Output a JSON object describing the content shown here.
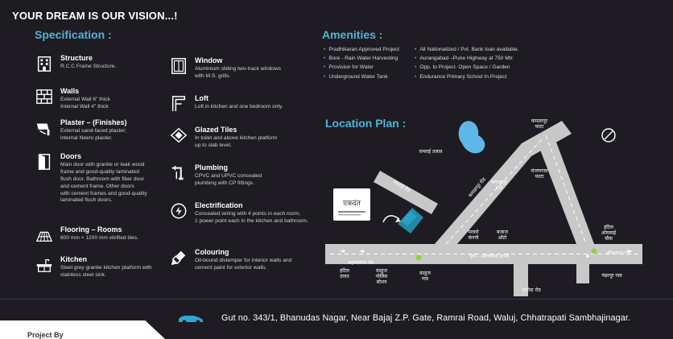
{
  "tagline": "YOUR DREAM IS OUR VISION...!",
  "specification": {
    "title": "Specification :",
    "items": [
      {
        "key": "structure",
        "heading": "Structure",
        "desc": "R.C.C Frame Structure.",
        "icon": "building-icon"
      },
      {
        "key": "walls",
        "heading": "Walls",
        "desc": "External Wall 6\" thick\nInternal Wall 4\" thick",
        "icon": "brick-wall-icon"
      },
      {
        "key": "plaster",
        "heading": "Plaster – (Finishes)",
        "desc": "External sand-faced plaster;\ninternal Neeru plaster.",
        "icon": "plaster-trowel-icon"
      },
      {
        "key": "doors",
        "heading": "Doors",
        "desc": "Main door with granite or teak wood\nframe and good-quality laminated\nflush door. Bathroom with fiber door\nand cement frame. Other doors\nwith cement frames and good-quality\nlaminated flush doors.",
        "icon": "door-icon"
      },
      {
        "key": "flooring",
        "heading": "Flooring – Rooms",
        "desc": "600 mm × 1200 mm vitrified tiles.",
        "icon": "floor-tiles-icon"
      },
      {
        "key": "kitchen",
        "heading": "Kitchen",
        "desc": "Steel grey granite kitchen platform with\nstainless steel sink.",
        "icon": "kitchen-sink-icon"
      },
      {
        "key": "window",
        "heading": "Window",
        "desc": "Aluminium sliding two-track windows\nwith M.S. grills.",
        "icon": "window-icon"
      },
      {
        "key": "loft",
        "heading": "Loft",
        "desc": "Loft in kitchen and one bedroom only.",
        "icon": "loft-icon"
      },
      {
        "key": "glazed",
        "heading": "Glazed Tiles",
        "desc": "In toilet and above kitchen platform\nup to slab level.",
        "icon": "glazed-tiles-icon"
      },
      {
        "key": "plumbing",
        "heading": "Plumbing",
        "desc": "CPVC and UPVC concealed\nplumbing with CP fittings.",
        "icon": "plumbing-icon"
      },
      {
        "key": "electrification",
        "heading": "Electrification",
        "desc": "Concealed wiring with 4 points in each room;\n1 power point each in the kitchen and bathroom.",
        "icon": "electric-socket-icon"
      },
      {
        "key": "colouring",
        "heading": "Colouring",
        "desc": "Oil-bound distemper for interior walls and\ncement paint for exterior walls.",
        "icon": "paint-brush-icon"
      }
    ]
  },
  "amenities": {
    "title": "Amenities :",
    "left": [
      "Pradhikaran Approved Project",
      "Bore - Rain Water Harvesting",
      "Provision for Water",
      "Underground Water Tank"
    ],
    "right": [
      "All Nationalized / Pvt. Bank loan available.",
      "Aurangabad –Pune Highway at 750 Mtr.",
      "Opp. to Project- Open Space / Garden",
      "Endurance Primary School In Project"
    ]
  },
  "location": {
    "title": "Location Plan :",
    "labels": {
      "kamlapur_phata": "कमळापूर\nफाटा",
      "ramrai_talav": "रामराई तलाव",
      "kamlapur_road": "कमळापूर रोड",
      "kamlapur_gaon": "कमळापूर\nगाव",
      "ranjangaon_phata": "रांजणगाव\nफाटा",
      "ramrai_road": "रामराई रोड",
      "parvare_company": "परवारे\nकंपनी",
      "bajaj_auto": "बजाज\nऑटो",
      "hotel_omsai": "हॉटेल\nओमसाई\nचौक",
      "ahmednagar_road": "अहमदनगर रोड",
      "pune_aurangabad_highway": "पुणे - औरंगाबाद हायवे",
      "aurangabad_road": "औरंगाबाद रोड",
      "hotel_daulat": "हॉटेल\nदावत",
      "waluj_police": "वाळुज\nपोलिस\nस्टेशन",
      "waluj_gaon": "वाळुज\nगाव",
      "pandharpur_gaon": "पंढरपूर गाव",
      "patoda_road": "पाटोदा रोड",
      "project_logo": "एकदंत"
    }
  },
  "footer": {
    "address": "Gut no. 343/1, Bhanudas Nagar, Near Bajaj Z.P. Gate, Ramrai Road, Waluj, Chhatrapati Sambhajinagar.",
    "project_by": "Project By"
  },
  "colors": {
    "background": "#1e1c22",
    "accent": "#4fb3d9",
    "road": "#c8c8c8"
  }
}
